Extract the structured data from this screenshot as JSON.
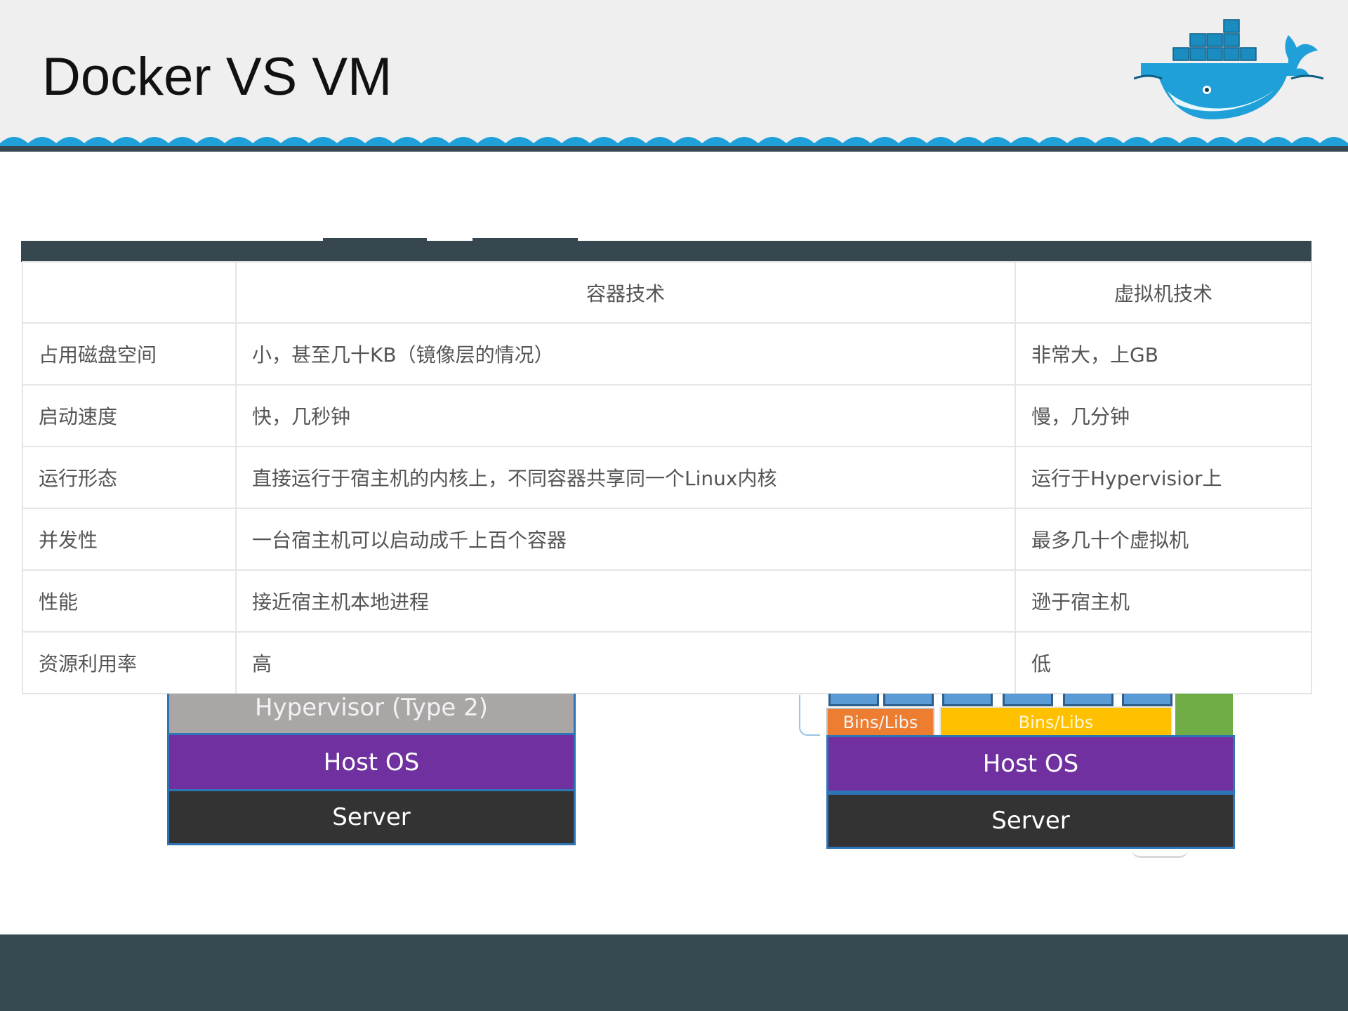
{
  "slide": {
    "title": "Docker VS VM"
  },
  "comparison_table": {
    "headers": [
      "",
      "容器技术",
      "虚拟机技术"
    ],
    "rows": [
      [
        "占用磁盘空间",
        "小，甚至几十KB（镜像层的情况）",
        "非常大，上GB"
      ],
      [
        "启动速度",
        "快，几秒钟",
        "慢，几分钟"
      ],
      [
        "运行形态",
        "直接运行于宿主机的内核上，不同容器共享同一个Linux内核",
        "运行于Hypervisior上"
      ],
      [
        "并发性",
        "一台宿主机可以启动成千上百个容器",
        "最多几十个虚拟机"
      ],
      [
        "性能",
        "接近宿主机本地进程",
        "逊于宿主机"
      ],
      [
        "资源利用率",
        "高",
        "低"
      ]
    ]
  },
  "vm_diagram": {
    "layers": [
      "Hypervisor (Type 2)",
      "Host OS",
      "Server"
    ]
  },
  "docker_diagram": {
    "bins_small": "Bins/Libs",
    "bins_large": "Bins/Libs",
    "layers": [
      "Host OS",
      "Server"
    ]
  },
  "colors": {
    "header_bg": "#efefef",
    "wave_blue": "#1fa0d8",
    "bar_dark": "#36474f",
    "host_os": "#7030a0",
    "server": "#333333",
    "hypervisor": "#aaa6a6",
    "bins_orange": "#ed7d31",
    "bins_yellow": "#ffc000",
    "docker_green": "#70ad47"
  },
  "icons": {
    "logo": "docker-whale-logo-icon"
  }
}
